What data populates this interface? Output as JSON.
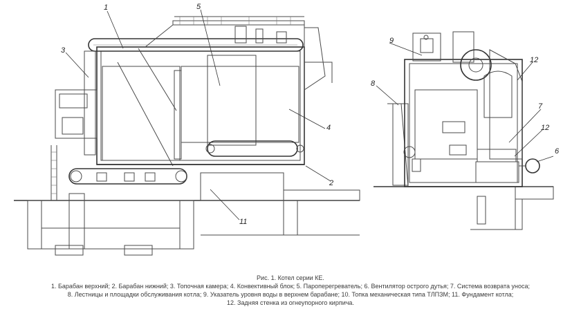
{
  "callouts": {
    "c1": "1",
    "c2": "2",
    "c3": "3",
    "c4": "4",
    "c5": "5",
    "c6": "6",
    "c7": "7",
    "c8": "8",
    "c9": "9",
    "c11": "11",
    "c12a": "12",
    "c12b": "12"
  },
  "caption": {
    "title": "Рис. 1. Котел серии КЕ.",
    "line1": "1. Барабан верхний; 2. Барабан нижний; 3. Топочная камера; 4. Конвективный блок; 5. Пароперегреватель; 6. Вентилятор острого дутья; 7. Система возврата уноса;",
    "line2": "8. Лестницы и площадки обслуживания котла; 9. Указатель уровня воды в верхнем барабане; 10. Топка механическая типа ТЛПЗМ; 11. Фундамент котла;",
    "line3": "12. Задняя стенка из огнеупорного кирпича."
  }
}
